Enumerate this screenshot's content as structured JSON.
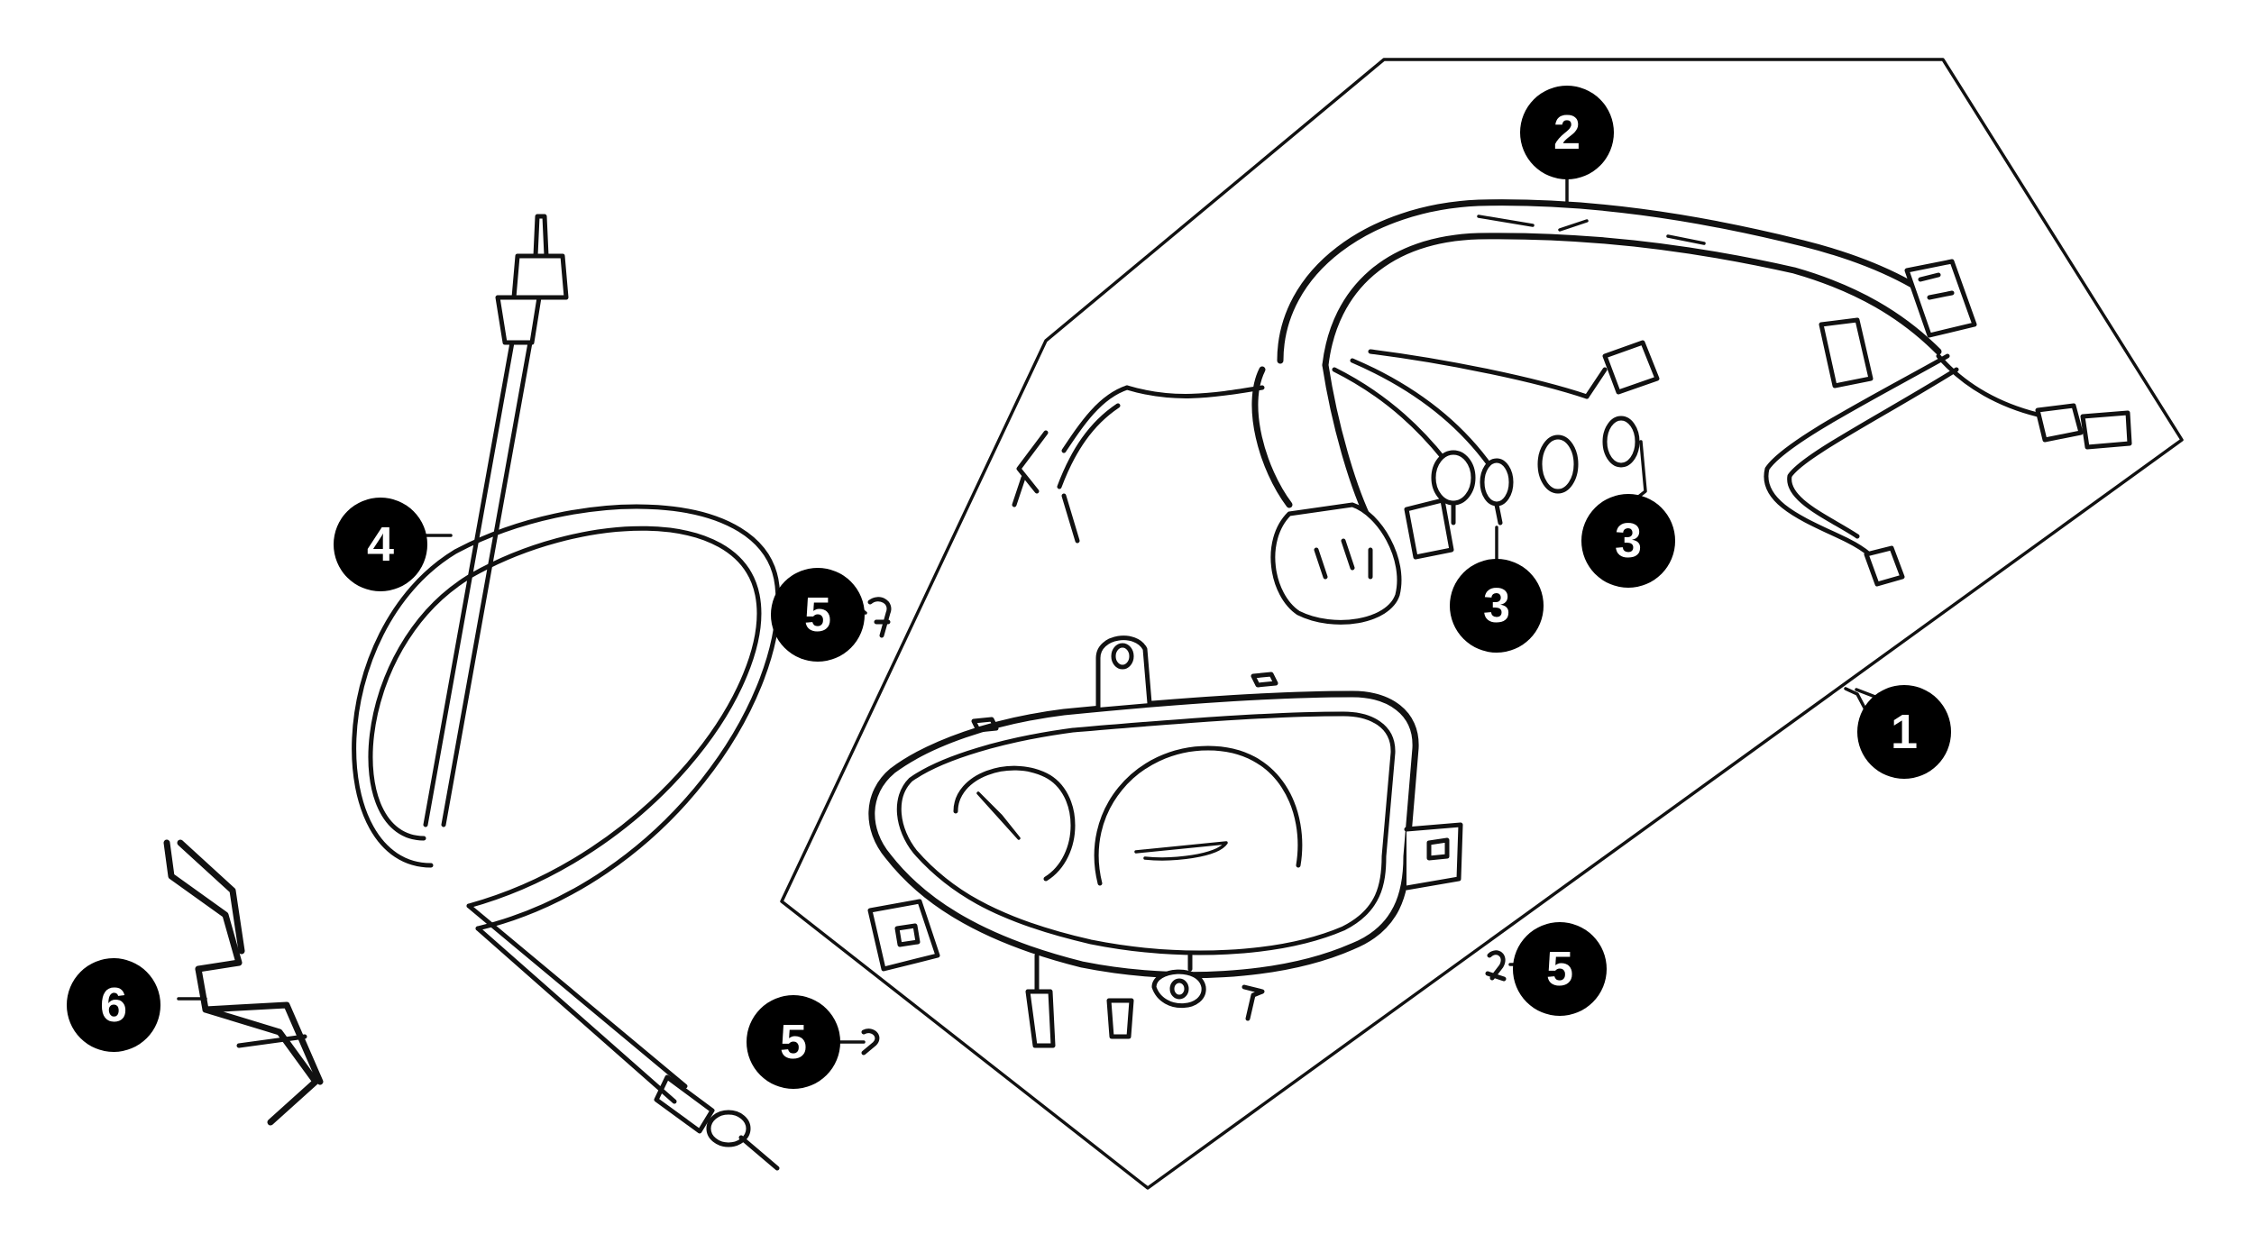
{
  "diagram": {
    "type": "exploded-parts-diagram",
    "line_color": "#111111",
    "callout_fill": "#000000",
    "callout_text_color": "#ffffff",
    "callouts": [
      {
        "label": "1",
        "part": "speedometer-assembly"
      },
      {
        "label": "2",
        "part": "wiring-harness"
      },
      {
        "label": "3",
        "part": "indicator-bulb-socket"
      },
      {
        "label": "3",
        "part": "indicator-bulb-socket"
      },
      {
        "label": "4",
        "part": "speedometer-cable"
      },
      {
        "label": "5",
        "part": "screw"
      },
      {
        "label": "5",
        "part": "screw"
      },
      {
        "label": "5",
        "part": "screw"
      },
      {
        "label": "6",
        "part": "cable-guide-clip"
      }
    ]
  }
}
